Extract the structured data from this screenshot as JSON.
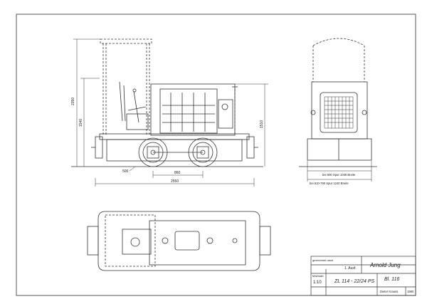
{
  "dimensions": {
    "height_total": "2350",
    "height_body": "1540",
    "height_side": "1510",
    "wheel_dia": "500",
    "wheelbase": "860",
    "length": "2550"
  },
  "gauge_notes": {
    "line1": "bei 600 Spur 1030 Breite",
    "line2": "bei 610-760 Spur 1240 Breite"
  },
  "title_block": {
    "drawn_after_label": "gezeichnet nach",
    "edition": "1. Ausf.",
    "manufacturer": "Arnold Jung",
    "scale_label": "Maßstab",
    "scale": "1:10",
    "model": "ZL 114 - 22/24 PS",
    "sheet": "Bl. 116",
    "author": "Dieter Krauss",
    "year": "1980"
  }
}
